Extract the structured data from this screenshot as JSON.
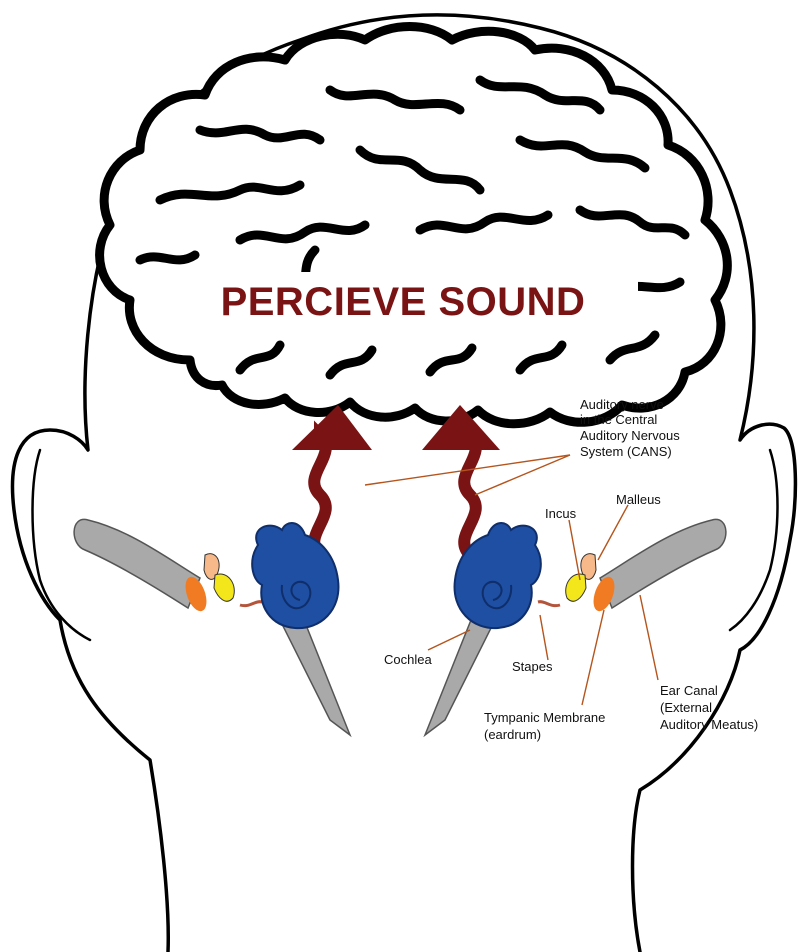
{
  "title": "PERCIEVE SOUND",
  "labels": {
    "auditory_nerve": [
      "Auditory nerve",
      "in the Central",
      "Auditory Nervous",
      "System (CANS)"
    ],
    "incus": "Incus",
    "malleus": "Malleus",
    "cochlea": "Cochlea",
    "stapes": "Stapes",
    "tympanic": [
      "Tympanic Membrane",
      "(eardrum)"
    ],
    "ear_canal": [
      "Ear Canal",
      "(External",
      "Auditory Meatus)"
    ]
  },
  "colors": {
    "title": "#7a1414",
    "arrow": "#7a1414",
    "cochlea": "#1e4fa3",
    "canal": "#a9a9a9",
    "eardrum": "#f07b22",
    "malleus": "#f7b98a",
    "incus": "#f3e61b",
    "leader": "#b5541c"
  },
  "icons": {
    "head": "head-outline",
    "brain": "brain-icon",
    "arrow": "wavy-arrow-icon",
    "cochlea": "cochlea-icon"
  }
}
